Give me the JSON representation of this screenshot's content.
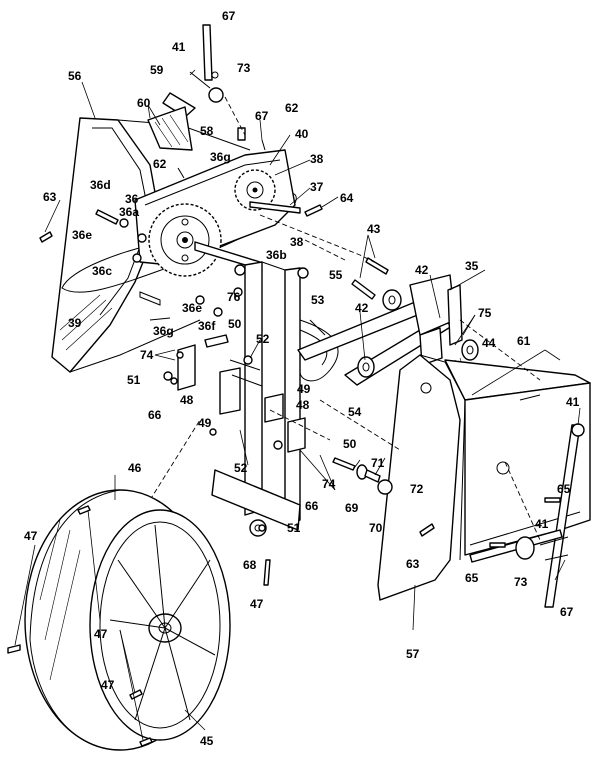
{
  "callouts": {
    "c67a": "67",
    "c41a": "41",
    "c73a": "73",
    "c59": "59",
    "c56": "56",
    "c60": "60",
    "c58": "58",
    "c67b": "67",
    "c62a": "62",
    "c40": "40",
    "c62b": "62",
    "c36g_top": "36g",
    "c38a": "38",
    "c37": "37",
    "c64": "64",
    "c63a": "63",
    "c36d": "36d",
    "c36": "36",
    "c36a": "36a",
    "c36e_l": "36e",
    "c43": "43",
    "c38b": "38",
    "c36b": "36b",
    "c55": "55",
    "c42a": "42",
    "c35": "35",
    "c36c": "36c",
    "c76": "76",
    "c36e_m": "36e",
    "c53": "53",
    "c42b": "42",
    "c75": "75",
    "c39": "39",
    "c36f": "36f",
    "c50a": "50",
    "c36g_b": "36g",
    "c44": "44",
    "c61": "61",
    "c74a": "74",
    "c52a": "52",
    "c51a": "51",
    "c48a": "48",
    "c66a": "66",
    "c49a": "49",
    "c49b": "49",
    "c48b": "48",
    "c54": "54",
    "c41b": "41",
    "c50b": "50",
    "c71": "71",
    "c72": "72",
    "c52b": "52",
    "c74b": "74",
    "c65a": "65",
    "c46": "46",
    "c66b": "66",
    "c69": "69",
    "c70": "70",
    "c51b": "51",
    "c47a": "47",
    "c41c": "41",
    "c63b": "63",
    "c68": "68",
    "c65b": "65",
    "c73b": "73",
    "c47b": "47",
    "c47c": "47",
    "c67c": "67",
    "c57": "57",
    "c47d": "47",
    "c45": "45"
  }
}
